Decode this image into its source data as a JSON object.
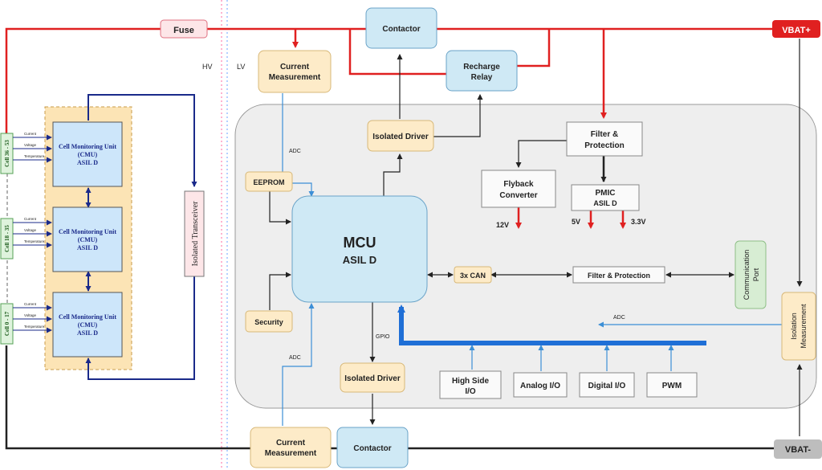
{
  "rails": {
    "fuse": "Fuse",
    "vbat_plus": "VBAT+",
    "vbat_minus": "VBAT-",
    "hv": "HV",
    "lv": "LV"
  },
  "blocks": {
    "contactor_top": "Contactor",
    "contactor_bottom": "Contactor",
    "recharge_relay": [
      "Recharge",
      "Relay"
    ],
    "current_measurement_top": [
      "Current",
      "Measurement"
    ],
    "current_measurement_bottom": [
      "Current",
      "Measurement"
    ],
    "isolated_driver_top": "Isolated Driver",
    "isolated_driver_bottom": "Isolated Driver",
    "filter_protection_top": [
      "Filter &",
      "Protection"
    ],
    "flyback": [
      "Flyback",
      "Converter"
    ],
    "pmic": [
      "PMIC",
      "ASIL D"
    ],
    "eeprom": "EEPROM",
    "security": "Security",
    "mcu_title": "MCU",
    "mcu_subtitle": "ASIL D",
    "can": "3x CAN",
    "filter_protection_mid": "Filter & Protection",
    "comm_port": [
      "Communication",
      "Port"
    ],
    "isolation_measurement": [
      "Isolation",
      "Measurement"
    ],
    "high_side_io": [
      "High Side",
      "I/O"
    ],
    "analog_io": "Analog I/O",
    "digital_io": "Digital I/O",
    "pwm": "PWM",
    "isolated_transceiver": "Isolated Transceiver"
  },
  "signals": {
    "adc_top": "ADC",
    "adc_bottom": "ADC",
    "adc_right": "ADC",
    "gpio": "GPIO",
    "v12": "12V",
    "v5": "5V",
    "v3_3": "3.3V"
  },
  "cmu": [
    {
      "cells": "Cell 36 - 53",
      "title": [
        "Cell Monitoring Unit",
        "(CMU)",
        "ASIL D"
      ],
      "inputs": [
        "Current",
        "Voltage",
        "Temperature"
      ]
    },
    {
      "cells": "Cell 18 - 35",
      "title": [
        "Cell Monitoring Unit",
        "(CMU)",
        "ASIL D"
      ],
      "inputs": [
        "Current",
        "Voltage",
        "Temperature"
      ]
    },
    {
      "cells": "Cell 0 - 17",
      "title": [
        "Cell Monitoring Unit",
        "(CMU)",
        "ASIL D"
      ],
      "inputs": [
        "Current",
        "Voltage",
        "Temperature"
      ]
    }
  ],
  "colors": {
    "hv_rail": "#e02020",
    "lv_rail": "#222222",
    "blue_box": "#cfe9f5",
    "peach_box": "#fdebc8",
    "cmu_fill": "#cde6fa",
    "cmu_region": "#fce4b5",
    "adc_line": "#3c8fd6",
    "bus": "#1f6fd6",
    "navy": "#1a2a8a",
    "cell_box": "#dff3dd",
    "green_box": "#d7edd3",
    "pink": "#fde6e8",
    "grey_term": "#bdbdbd"
  }
}
